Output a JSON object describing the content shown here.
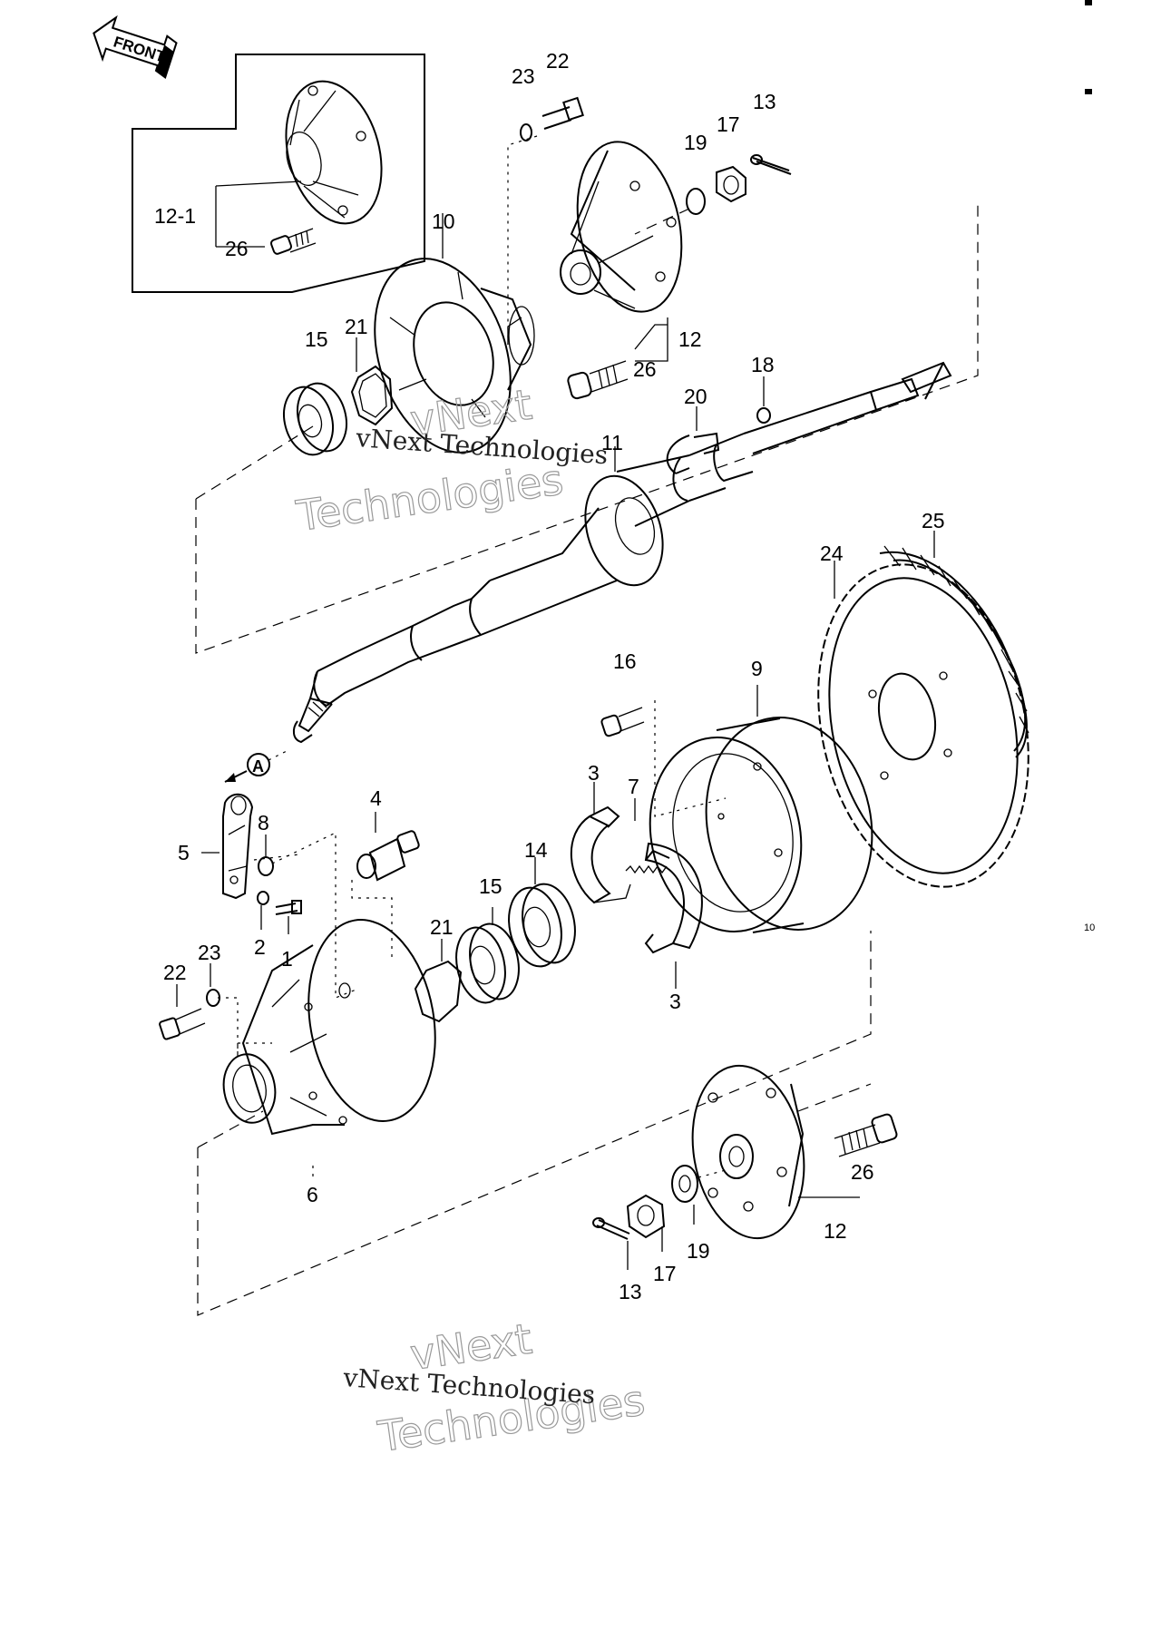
{
  "front_label": "FRONT",
  "ref_marker": "A",
  "watermarks": {
    "text": "vNext Technologies",
    "hollow_line1": "vNext",
    "hollow_line2": "Technologies"
  },
  "page_marker": "10",
  "callouts": [
    {
      "id": "c-23-top",
      "text": "23"
    },
    {
      "id": "c-22-top",
      "text": "22"
    },
    {
      "id": "c-13-top",
      "text": "13"
    },
    {
      "id": "c-17-top",
      "text": "17"
    },
    {
      "id": "c-19-top",
      "text": "19"
    },
    {
      "id": "c-12-1",
      "text": "12-1"
    },
    {
      "id": "c-26-inset",
      "text": "26"
    },
    {
      "id": "c-10",
      "text": "10"
    },
    {
      "id": "c-15-top",
      "text": "15"
    },
    {
      "id": "c-21-top",
      "text": "21"
    },
    {
      "id": "c-12-top",
      "text": "12"
    },
    {
      "id": "c-26-top",
      "text": "26"
    },
    {
      "id": "c-18",
      "text": "18"
    },
    {
      "id": "c-20",
      "text": "20"
    },
    {
      "id": "c-11",
      "text": "11"
    },
    {
      "id": "c-25",
      "text": "25"
    },
    {
      "id": "c-24",
      "text": "24"
    },
    {
      "id": "c-16",
      "text": "16"
    },
    {
      "id": "c-9",
      "text": "9"
    },
    {
      "id": "c-4",
      "text": "4"
    },
    {
      "id": "c-3-top",
      "text": "3"
    },
    {
      "id": "c-7",
      "text": "7"
    },
    {
      "id": "c-8",
      "text": "8"
    },
    {
      "id": "c-5",
      "text": "5"
    },
    {
      "id": "c-14",
      "text": "14"
    },
    {
      "id": "c-15-bot",
      "text": "15"
    },
    {
      "id": "c-21-bot",
      "text": "21"
    },
    {
      "id": "c-2",
      "text": "2"
    },
    {
      "id": "c-1",
      "text": "1"
    },
    {
      "id": "c-3-bot",
      "text": "3"
    },
    {
      "id": "c-22-bot",
      "text": "22"
    },
    {
      "id": "c-23-bot",
      "text": "23"
    },
    {
      "id": "c-6",
      "text": "6"
    },
    {
      "id": "c-26-bot",
      "text": "26"
    },
    {
      "id": "c-12-bot",
      "text": "12"
    },
    {
      "id": "c-19-bot",
      "text": "19"
    },
    {
      "id": "c-17-bot",
      "text": "17"
    },
    {
      "id": "c-13-bot",
      "text": "13"
    }
  ]
}
